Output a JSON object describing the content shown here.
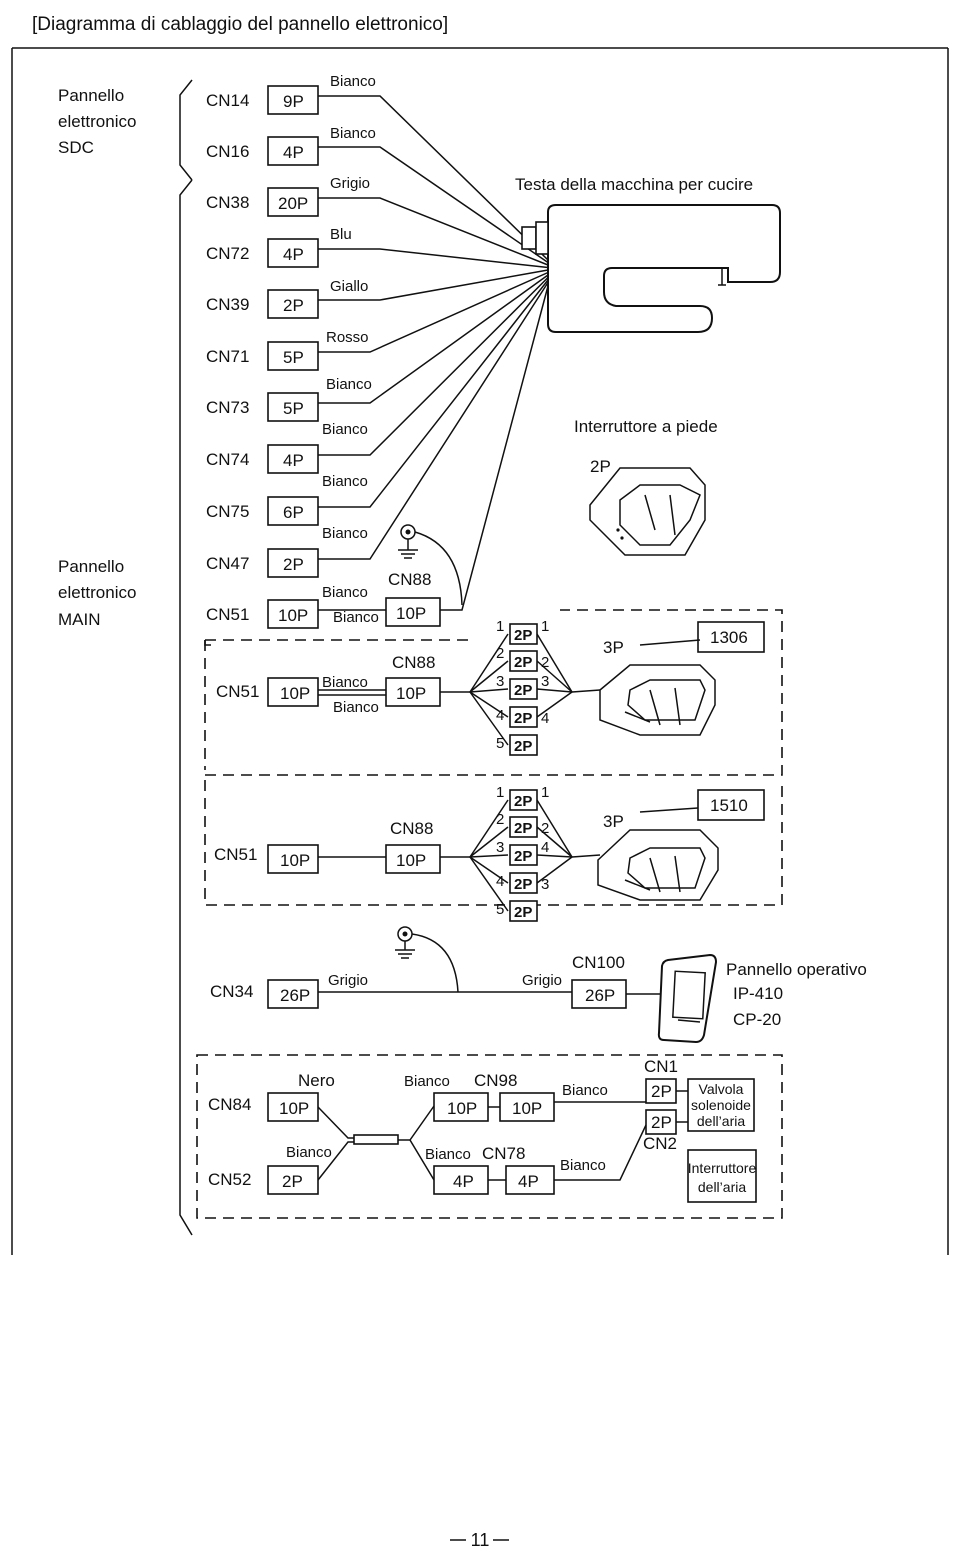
{
  "title": "[Diagramma di cablaggio del pannello elettronico]",
  "sdc_label": [
    "Pannello",
    "elettronico",
    "SDC"
  ],
  "main_label": [
    "Pannello",
    "elettronico",
    "MAIN"
  ],
  "rows": [
    {
      "cn": "CN14",
      "pin": "9P",
      "wire": "Bianco"
    },
    {
      "cn": "CN16",
      "pin": "4P",
      "wire": "Bianco"
    },
    {
      "cn": "CN38",
      "pin": "20P",
      "wire": "Grigio"
    },
    {
      "cn": "CN72",
      "pin": "4P",
      "wire": "Blu"
    },
    {
      "cn": "CN39",
      "pin": "2P",
      "wire": "Giallo"
    },
    {
      "cn": "CN71",
      "pin": "5P",
      "wire": "Rosso"
    },
    {
      "cn": "CN73",
      "pin": "5P",
      "wire": "Bianco"
    },
    {
      "cn": "CN74",
      "pin": "4P",
      "wire": "Bianco"
    },
    {
      "cn": "CN75",
      "pin": "6P",
      "wire": "Bianco"
    },
    {
      "cn": "CN47",
      "pin": "2P",
      "wire": "Bianco"
    },
    {
      "cn": "CN51",
      "pin": "10P",
      "wire": "Bianco"
    }
  ],
  "cn51_wire2": "Bianco",
  "head_label": "Testa della macchina per cucire",
  "foot_switch": {
    "label": "Interruttore a piede",
    "pin": "2P"
  },
  "cn88": {
    "name": "CN88",
    "pin": "10P"
  },
  "pin_2p": "2P",
  "pin_3p": "3P",
  "pins_left": [
    "1",
    "2",
    "3",
    "4",
    "5"
  ],
  "variant_1306": {
    "cn": "CN51",
    "pin": "10P",
    "wires": [
      "Bianco",
      "Bianco"
    ],
    "right_pins": [
      "1",
      "2",
      "3",
      "4"
    ],
    "model": "1306"
  },
  "variant_1510": {
    "cn": "CN51",
    "pin": "10P",
    "right_pins": [
      "1",
      "2",
      "4",
      "3"
    ],
    "model": "1510"
  },
  "cn34": {
    "cn": "CN34",
    "pin": "26P",
    "wire": "Grigio",
    "wire2": "Grigio",
    "target_cn": "CN100",
    "target_pin": "26P"
  },
  "panel": {
    "label": "Pannello operativo",
    "models": [
      "IP-410",
      "CP-20"
    ]
  },
  "bottom": {
    "cn84": "CN84",
    "cn84_pin": "10P",
    "nero": "Nero",
    "bianco": "Bianco",
    "cn52": "CN52",
    "cn52_pin": "2P",
    "cn98": "CN98",
    "cn98_pin": "10P",
    "cn78": "CN78",
    "cn78_pin": "4P",
    "cn1": "CN1",
    "cn2": "CN2",
    "cn_pin": "2P",
    "valve": [
      "Valvola",
      "solenoide",
      "dell’aria"
    ],
    "air_switch": [
      "Interruttore",
      "dell’aria"
    ]
  },
  "page_number": "11"
}
